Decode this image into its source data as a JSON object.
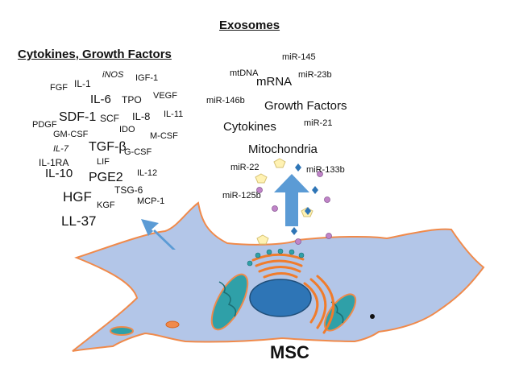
{
  "diagram": {
    "titles": {
      "exosomes": "Exosomes",
      "cytokines_growth_factors": "Cytokines, Growth Factors"
    },
    "cell_label": "MSC",
    "left_factors": [
      "FGF",
      "IL-1",
      "iNOS",
      "IGF-1",
      "IL-6",
      "TPO",
      "VEGF",
      "PDGF",
      "SDF-1",
      "SCF",
      "IL-8",
      "IL-11",
      "GM-CSF",
      "IDO",
      "M-CSF",
      "IL-7",
      "TGF-β",
      "G-CSF",
      "IL-1RA",
      "LIF",
      "IL-10",
      "PGE2",
      "IL-12",
      "HGF",
      "TSG-6",
      "KGF",
      "MCP-1",
      "LL-37"
    ],
    "right_cargo": [
      "mtDNA",
      "miR-145",
      "mRNA",
      "miR-23b",
      "miR-146b",
      "Growth Factors",
      "Cytokines",
      "miR-21",
      "Mitochondria",
      "miR-22",
      "miR-133b",
      "miR-125b"
    ],
    "colors": {
      "cell_fill": "#b3c6e8",
      "cell_outline": "#f08a4b",
      "arrow": "#5b9bd5",
      "nucleus": "#2e75b6",
      "mitochondria": "#2fa0a8",
      "golgi": "#f07c2c",
      "pentagon": "#fff2b3",
      "diamond": "#2e75b6",
      "dot": "#c084c8"
    }
  }
}
